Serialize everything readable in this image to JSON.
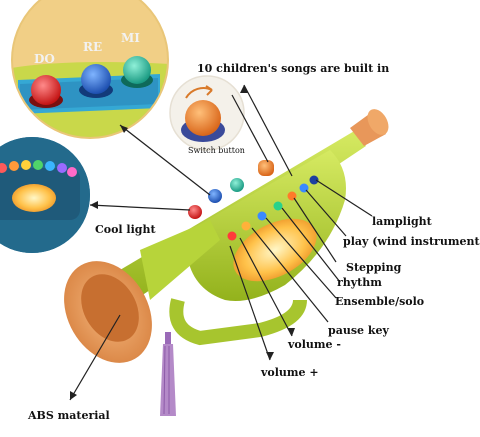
{
  "header": {
    "songs_caption": "10 children's songs are built in"
  },
  "inset_keys": {
    "do": "DO",
    "re": "RE",
    "mi": "MI",
    "color": "#f2f2f2"
  },
  "inset_switch": {
    "label": "Switch button"
  },
  "callouts": {
    "cool_light": "Cool light",
    "abs_material": "ABS material",
    "lamplight": "lamplight",
    "play": "play (wind instruments)",
    "stepping": "Stepping",
    "rhythm": "rhythm",
    "ensemble": "Ensemble/solo",
    "pause": "pause key",
    "volume_minus": "volume -",
    "volume_plus": "volume +"
  },
  "colors": {
    "trumpet_body": "#b7d43a",
    "bell": "#e8975a",
    "accent_orange": "#f08a2c",
    "tassel": "#b48ac8",
    "inset_bg": "#f3d38c"
  }
}
